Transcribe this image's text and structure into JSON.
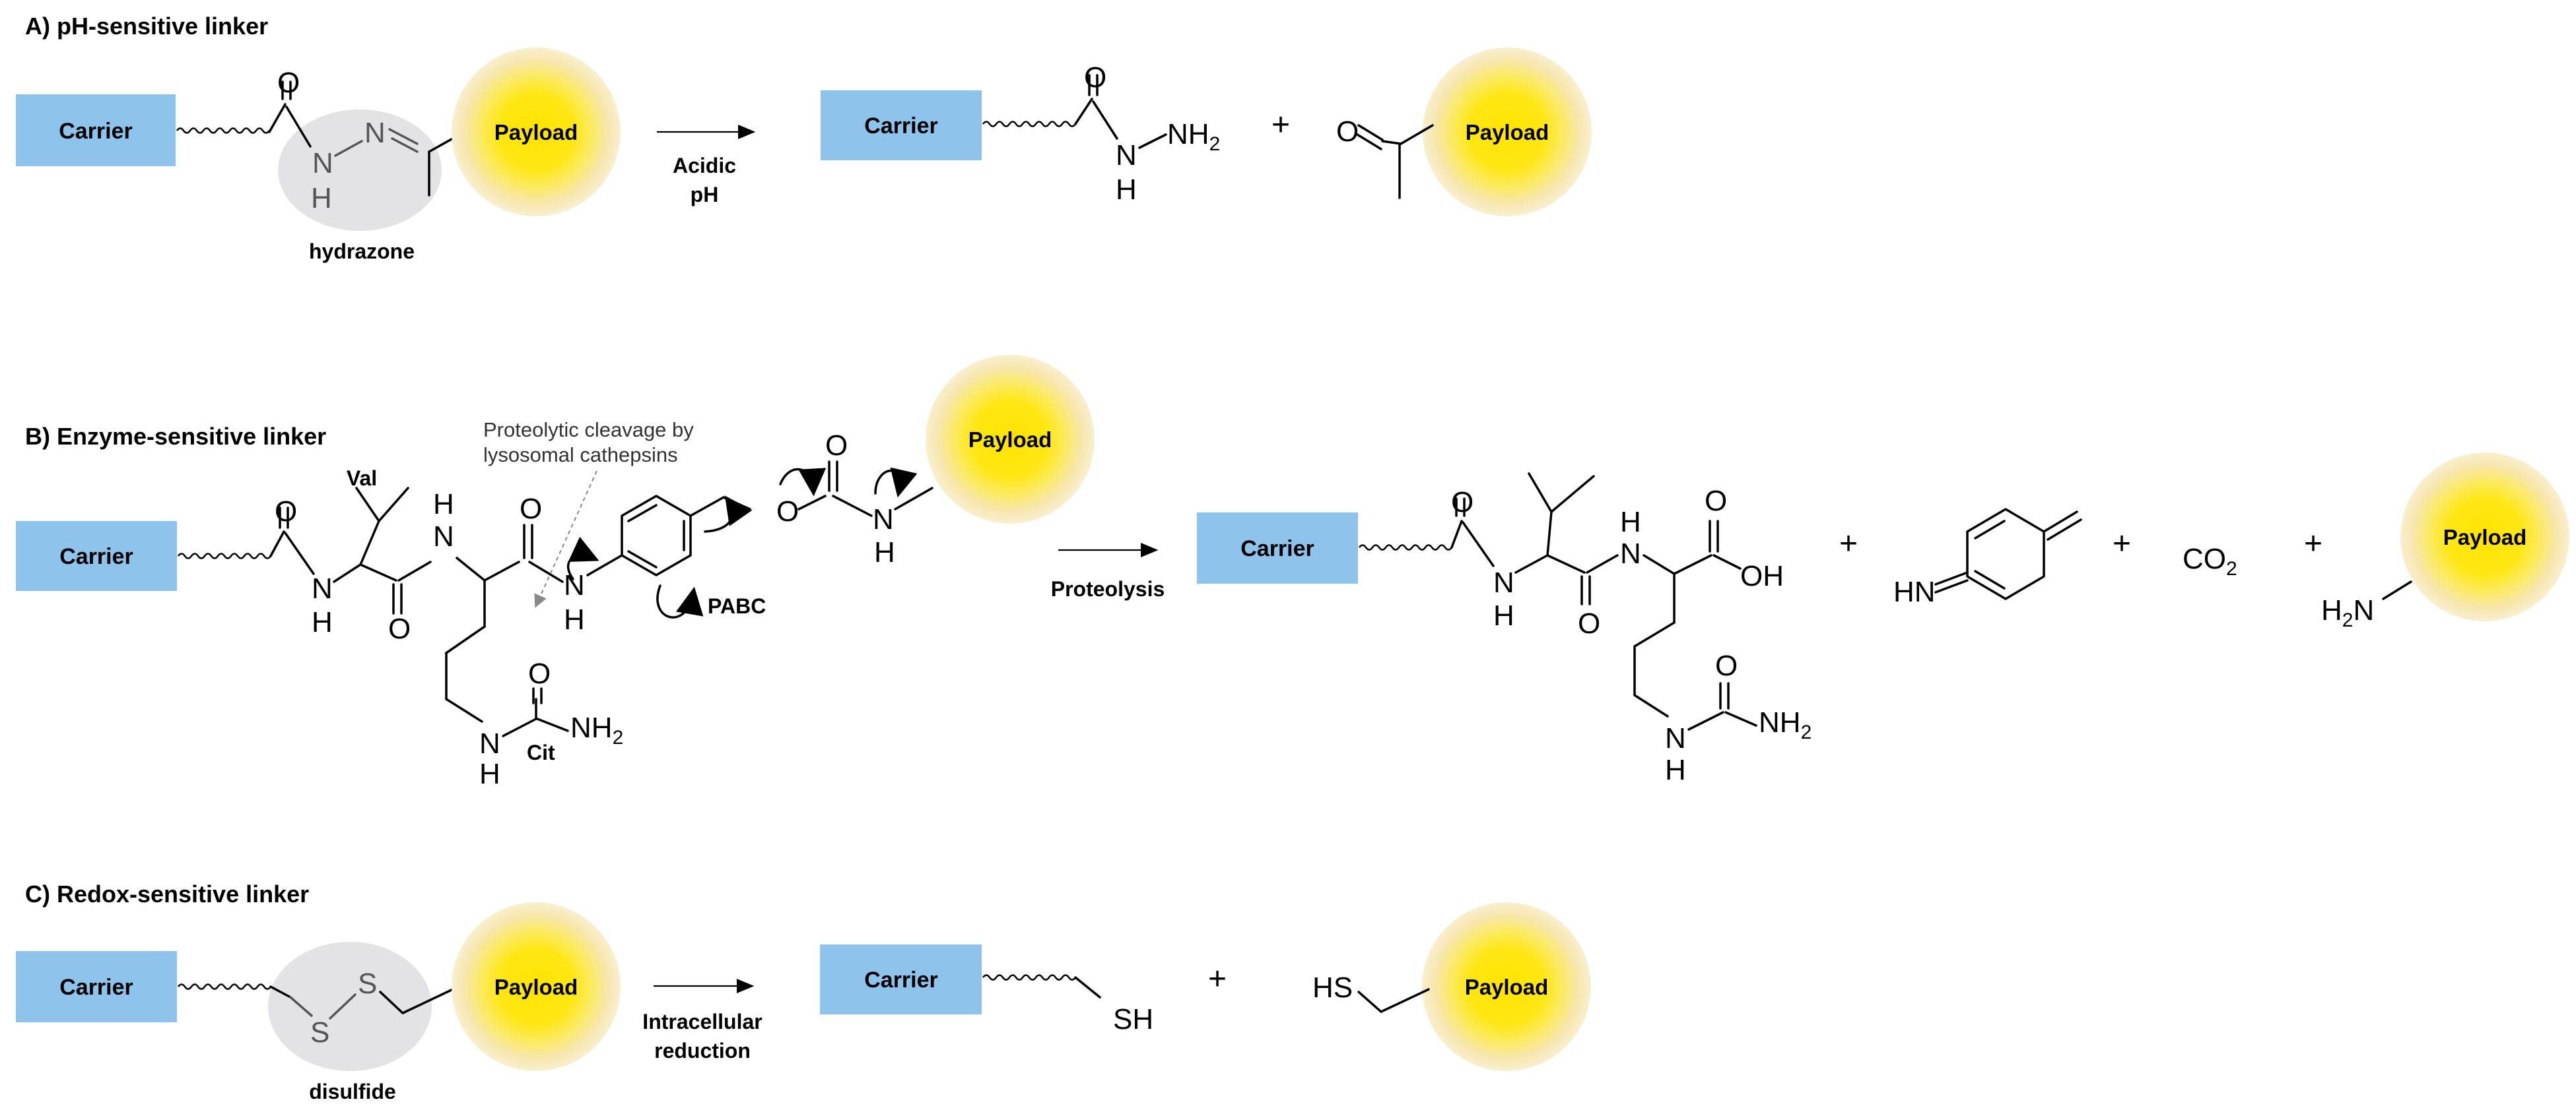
{
  "colors": {
    "carrier_fill": "#8ec4ec",
    "payload_core": "#ffe714",
    "payload_glow": "#f7e6ad",
    "highlight_fill": "#e3e3e5"
  },
  "panel_a": {
    "title": "A) pH-sensitive linker",
    "carrier": "Carrier",
    "payload": "Payload",
    "linker_label": "hydrazone",
    "arrow_label_line1": "Acidic",
    "arrow_label_line2": "pH",
    "plus": "+"
  },
  "panel_b": {
    "title": "B) Enzyme-sensitive linker",
    "carrier": "Carrier",
    "payload": "Payload",
    "val_label": "Val",
    "cit_label": "Cit",
    "pabc_label": "PABC",
    "cleavage_note_line1": "Proteolytic cleavage by",
    "cleavage_note_line2": "lysosomal cathepsins",
    "arrow_label": "Proteolysis",
    "plus": "+",
    "co2": "CO",
    "co2_sub": "2"
  },
  "panel_c": {
    "title": "C) Redox-sensitive linker",
    "carrier": "Carrier",
    "payload": "Payload",
    "linker_label": "disulfide",
    "arrow_label_line1": "Intracellular",
    "arrow_label_line2": "reduction",
    "plus": "+"
  },
  "atoms": {
    "O": "O",
    "N": "N",
    "H": "H",
    "S": "S",
    "NH": "NH",
    "NH2": "NH",
    "sub2": "2",
    "H2N": "H",
    "OH": "OH",
    "HN": "HN",
    "HS": "HS",
    "SH": "SH"
  }
}
